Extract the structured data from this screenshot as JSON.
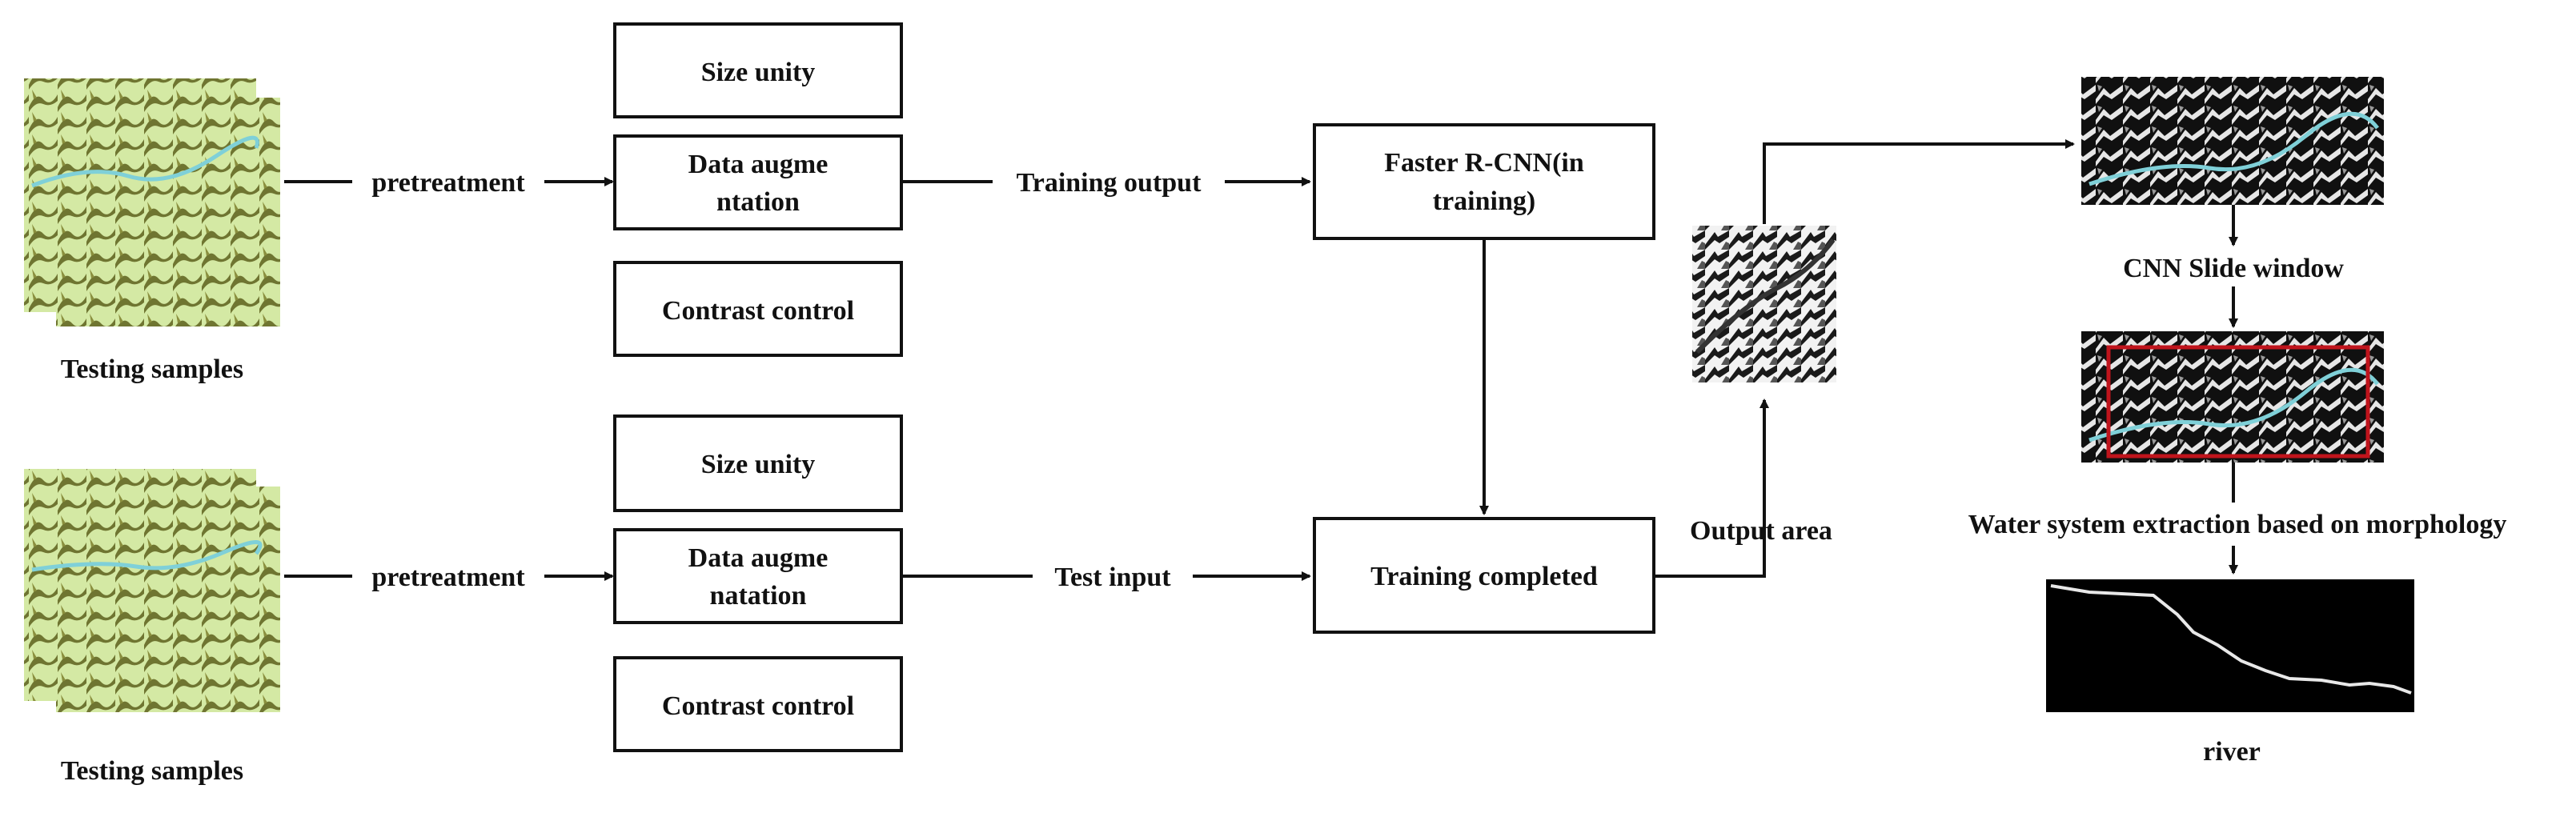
{
  "top_row": {
    "samples_caption": "Testing samples",
    "pretreatment_label": "pretreatment",
    "step_size_unity": "Size unity",
    "step_augmentation_line1": "Data augme",
    "step_augmentation_line2": "ntation",
    "step_contrast": "Contrast control",
    "edge_label": "Training output",
    "model_line1": "Faster R-CNN(in",
    "model_line2": "training)"
  },
  "bottom_row": {
    "samples_caption": "Testing samples",
    "pretreatment_label": "pretreatment",
    "step_size_unity": "Size unity",
    "step_augmentation_line1": "Data augme",
    "step_augmentation_line2": "natation",
    "step_contrast": "Contrast control",
    "edge_label": "Test input",
    "model_label": "Training completed"
  },
  "output_area_label": "Output area",
  "right_column": {
    "slide_window_label": "CNN Slide window",
    "extraction_label": "Water system extraction based on morphology",
    "result_label": "river"
  },
  "colors": {
    "terrain_light": "#d4e9a4",
    "terrain_dark": "#6f7531",
    "river_cyan": "#7fd0d8",
    "detection_box": "#c0141c",
    "river_line": "#e8e8e8"
  }
}
